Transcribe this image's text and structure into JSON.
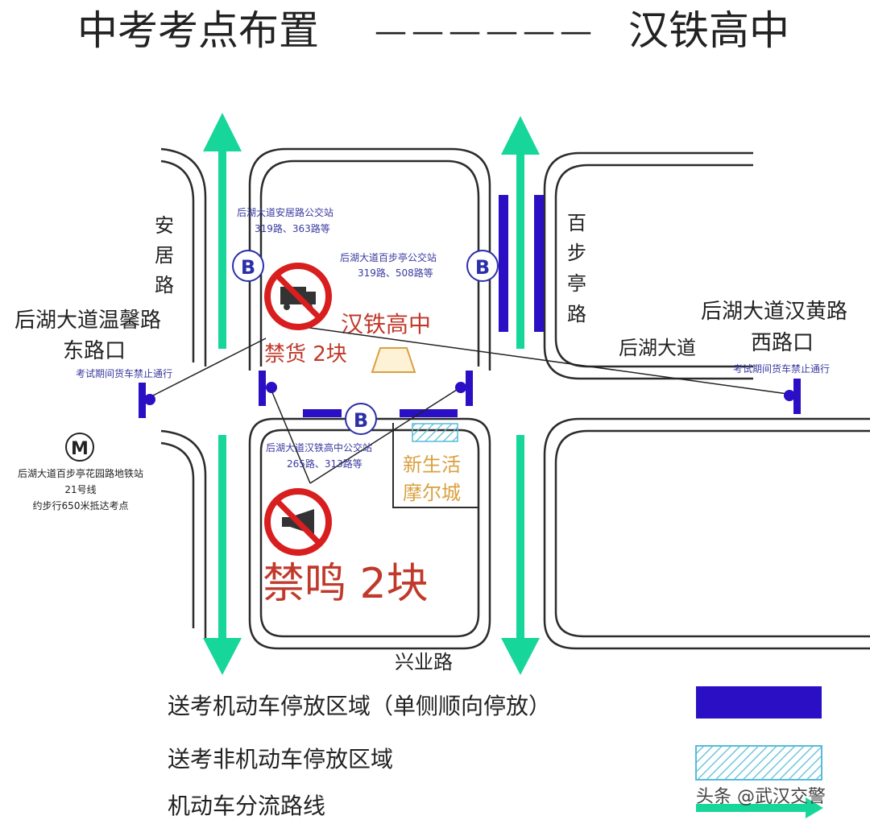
{
  "title": {
    "main": "中考考点布置",
    "dashes": "——————",
    "school": "汉铁高中"
  },
  "roads": {
    "anju_lu": "安居路",
    "baibuting_lu": "百步亭路",
    "houhu_dadao": "后湖大道",
    "xingye_lu": "兴业路"
  },
  "intersections": {
    "west_line1": "后湖大道温馨路",
    "west_line2": "东路口",
    "east_line1": "后湖大道汉黄路",
    "east_line2": "西路口"
  },
  "bus_stops": {
    "marker_letter": "B",
    "anju_name": "后湖大道安居路公交站",
    "anju_routes": "319路、363路等",
    "baibuting_name": "后湖大道百步亭公交站",
    "baibuting_routes": "319路、508路等",
    "hantie_name": "后湖大道汉铁高中公交站",
    "hantie_routes": "265路、313路等"
  },
  "notices": {
    "truck_ban_west": "考试期间货车禁止通行",
    "truck_ban_east": "考试期间货车禁止通行"
  },
  "places": {
    "school": "汉铁高中",
    "mall_line1": "新生活",
    "mall_line2": "摩尔城"
  },
  "signs": {
    "no_truck_label": "禁货 2块",
    "no_horn_label": "禁鸣 2块"
  },
  "metro": {
    "marker_letter": "M",
    "line1": "后湖大道百步亭花园路地铁站",
    "line2": "21号线",
    "line3": "约步行650米抵达考点"
  },
  "legend": {
    "motor_parking": "送考机动车停放区域（单侧顺向停放）",
    "nonmotor_parking": "送考非机动车停放区域",
    "diversion_route": "机动车分流路线"
  },
  "watermark": "头条 @武汉交警",
  "colors": {
    "parking": "#2a0fc4",
    "arrow": "#16d69a",
    "sign_red": "#d81e1e",
    "bus_blue": "#2b2fa8",
    "text_blue": "#3a3aa0",
    "school_red": "#c0392b",
    "mall": "#d9a040",
    "hatch": "#56bcd9",
    "road_line": "#2c2c2c"
  }
}
